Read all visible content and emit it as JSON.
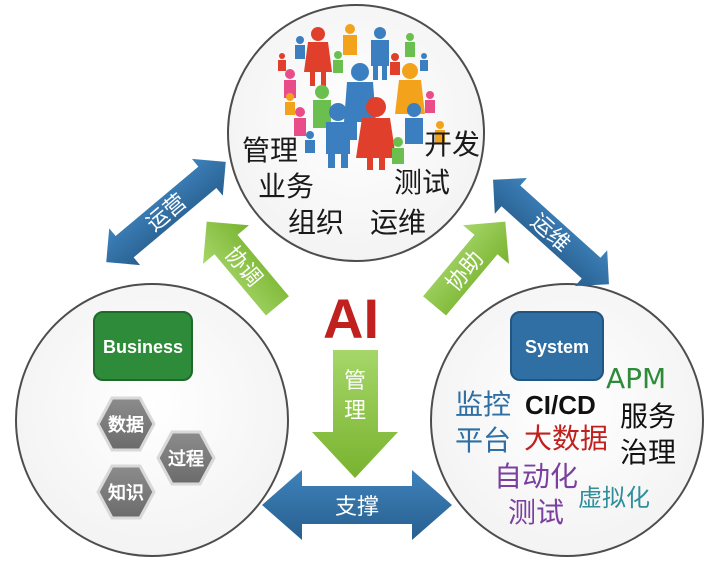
{
  "center": {
    "title": "AI"
  },
  "top_circle": {
    "left_words": [
      "管理",
      "业务",
      "组织"
    ],
    "right_words": [
      "开发",
      "测试",
      "运维"
    ]
  },
  "left_circle": {
    "badge": "Business",
    "hexagons": [
      "数据",
      "过程",
      "知识"
    ]
  },
  "right_circle": {
    "badge": "System",
    "terms": {
      "apm": "APM",
      "jiankong": "监控",
      "cicd": "CI/CD",
      "fuwu": "服务",
      "pingtai": "平台",
      "dashuju": "大数据",
      "zhili": "治理",
      "zidonghua": "自动化",
      "xuni": "虚拟化",
      "ceshi": "测试"
    }
  },
  "arrows": {
    "yunying": "运营",
    "yunwei": "运维",
    "xietiao": "协调",
    "xiezhu": "协助",
    "guanli": "管理",
    "zhicheng": "支撑"
  },
  "colors": {
    "blue_arrow": "#2f6fa3",
    "green_arrow": "#8dc63f",
    "ai_red": "#c0201e",
    "business_green": "#2e8b3a",
    "system_blue": "#2f6fa3",
    "hexagon_gray": "#7f7f7f"
  }
}
